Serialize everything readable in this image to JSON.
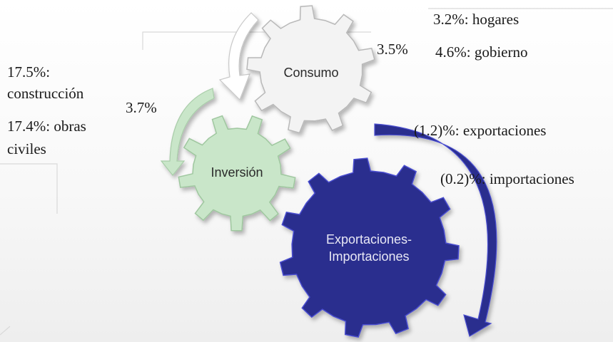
{
  "gears": {
    "consumo": {
      "label": "Consumo",
      "color": "#f3f3f3",
      "stroke": "#b8b8b8",
      "text_color": "#2a2a2a"
    },
    "inversion": {
      "label": "Inversión",
      "color": "#c9e6c9",
      "stroke": "#9fc79f",
      "text_color": "#2a2a2a"
    },
    "exportaciones": {
      "label_line1": "Exportaciones-",
      "label_line2": "Importaciones",
      "color": "#2c2e8e",
      "stroke": "#4a4ed0",
      "text_color": "#e8e8f5"
    }
  },
  "growth": {
    "consumo": "3.5%",
    "inversion": "3.7%"
  },
  "consumo_breakdown": {
    "hogares": "3.2%: hogares",
    "gobierno": "4.6%: gobierno"
  },
  "inversion_breakdown": {
    "construccion_line1": "17.5%:",
    "construccion_line2": "construcción",
    "obras_line1": "17.4%: obras",
    "obras_line2": "civiles"
  },
  "trade_breakdown": {
    "exportaciones": "(1.2)%: exportaciones",
    "importaciones": "(0.2)%: importaciones"
  },
  "arrow_colors": {
    "consumo": "#ffffff",
    "inversion": "#c9e6c9",
    "exportaciones": "#2c2e8e"
  }
}
